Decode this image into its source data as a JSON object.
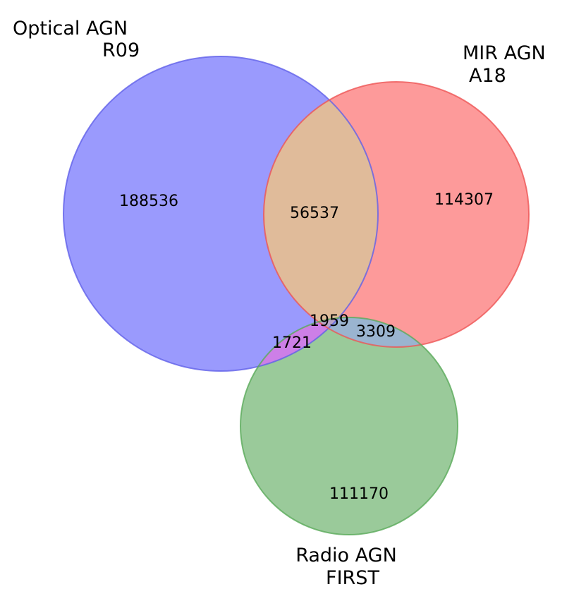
{
  "sets": [
    {
      "key": "optical",
      "label_line1": "Optical AGN",
      "label_line2": "R09",
      "color": "#9a9afd"
    },
    {
      "key": "mir",
      "label_line1": "MIR AGN",
      "label_line2": "A18",
      "color": "#fd9a9a"
    },
    {
      "key": "radio",
      "label_line1": "Radio AGN",
      "label_line2": "FIRST",
      "color": "#9aca9a"
    }
  ],
  "regions": {
    "optical_only": "188536",
    "mir_only": "114307",
    "radio_only": "111170",
    "optical_mir": "56537",
    "optical_radio": "1721",
    "mir_radio": "3309",
    "all_three": "1959"
  },
  "region_colors": {
    "optical_mir": "#e0bb9a",
    "optical_radio": "#cd7fe7",
    "mir_radio": "#9ab4d0",
    "all_three": "#b8a4c8"
  }
}
